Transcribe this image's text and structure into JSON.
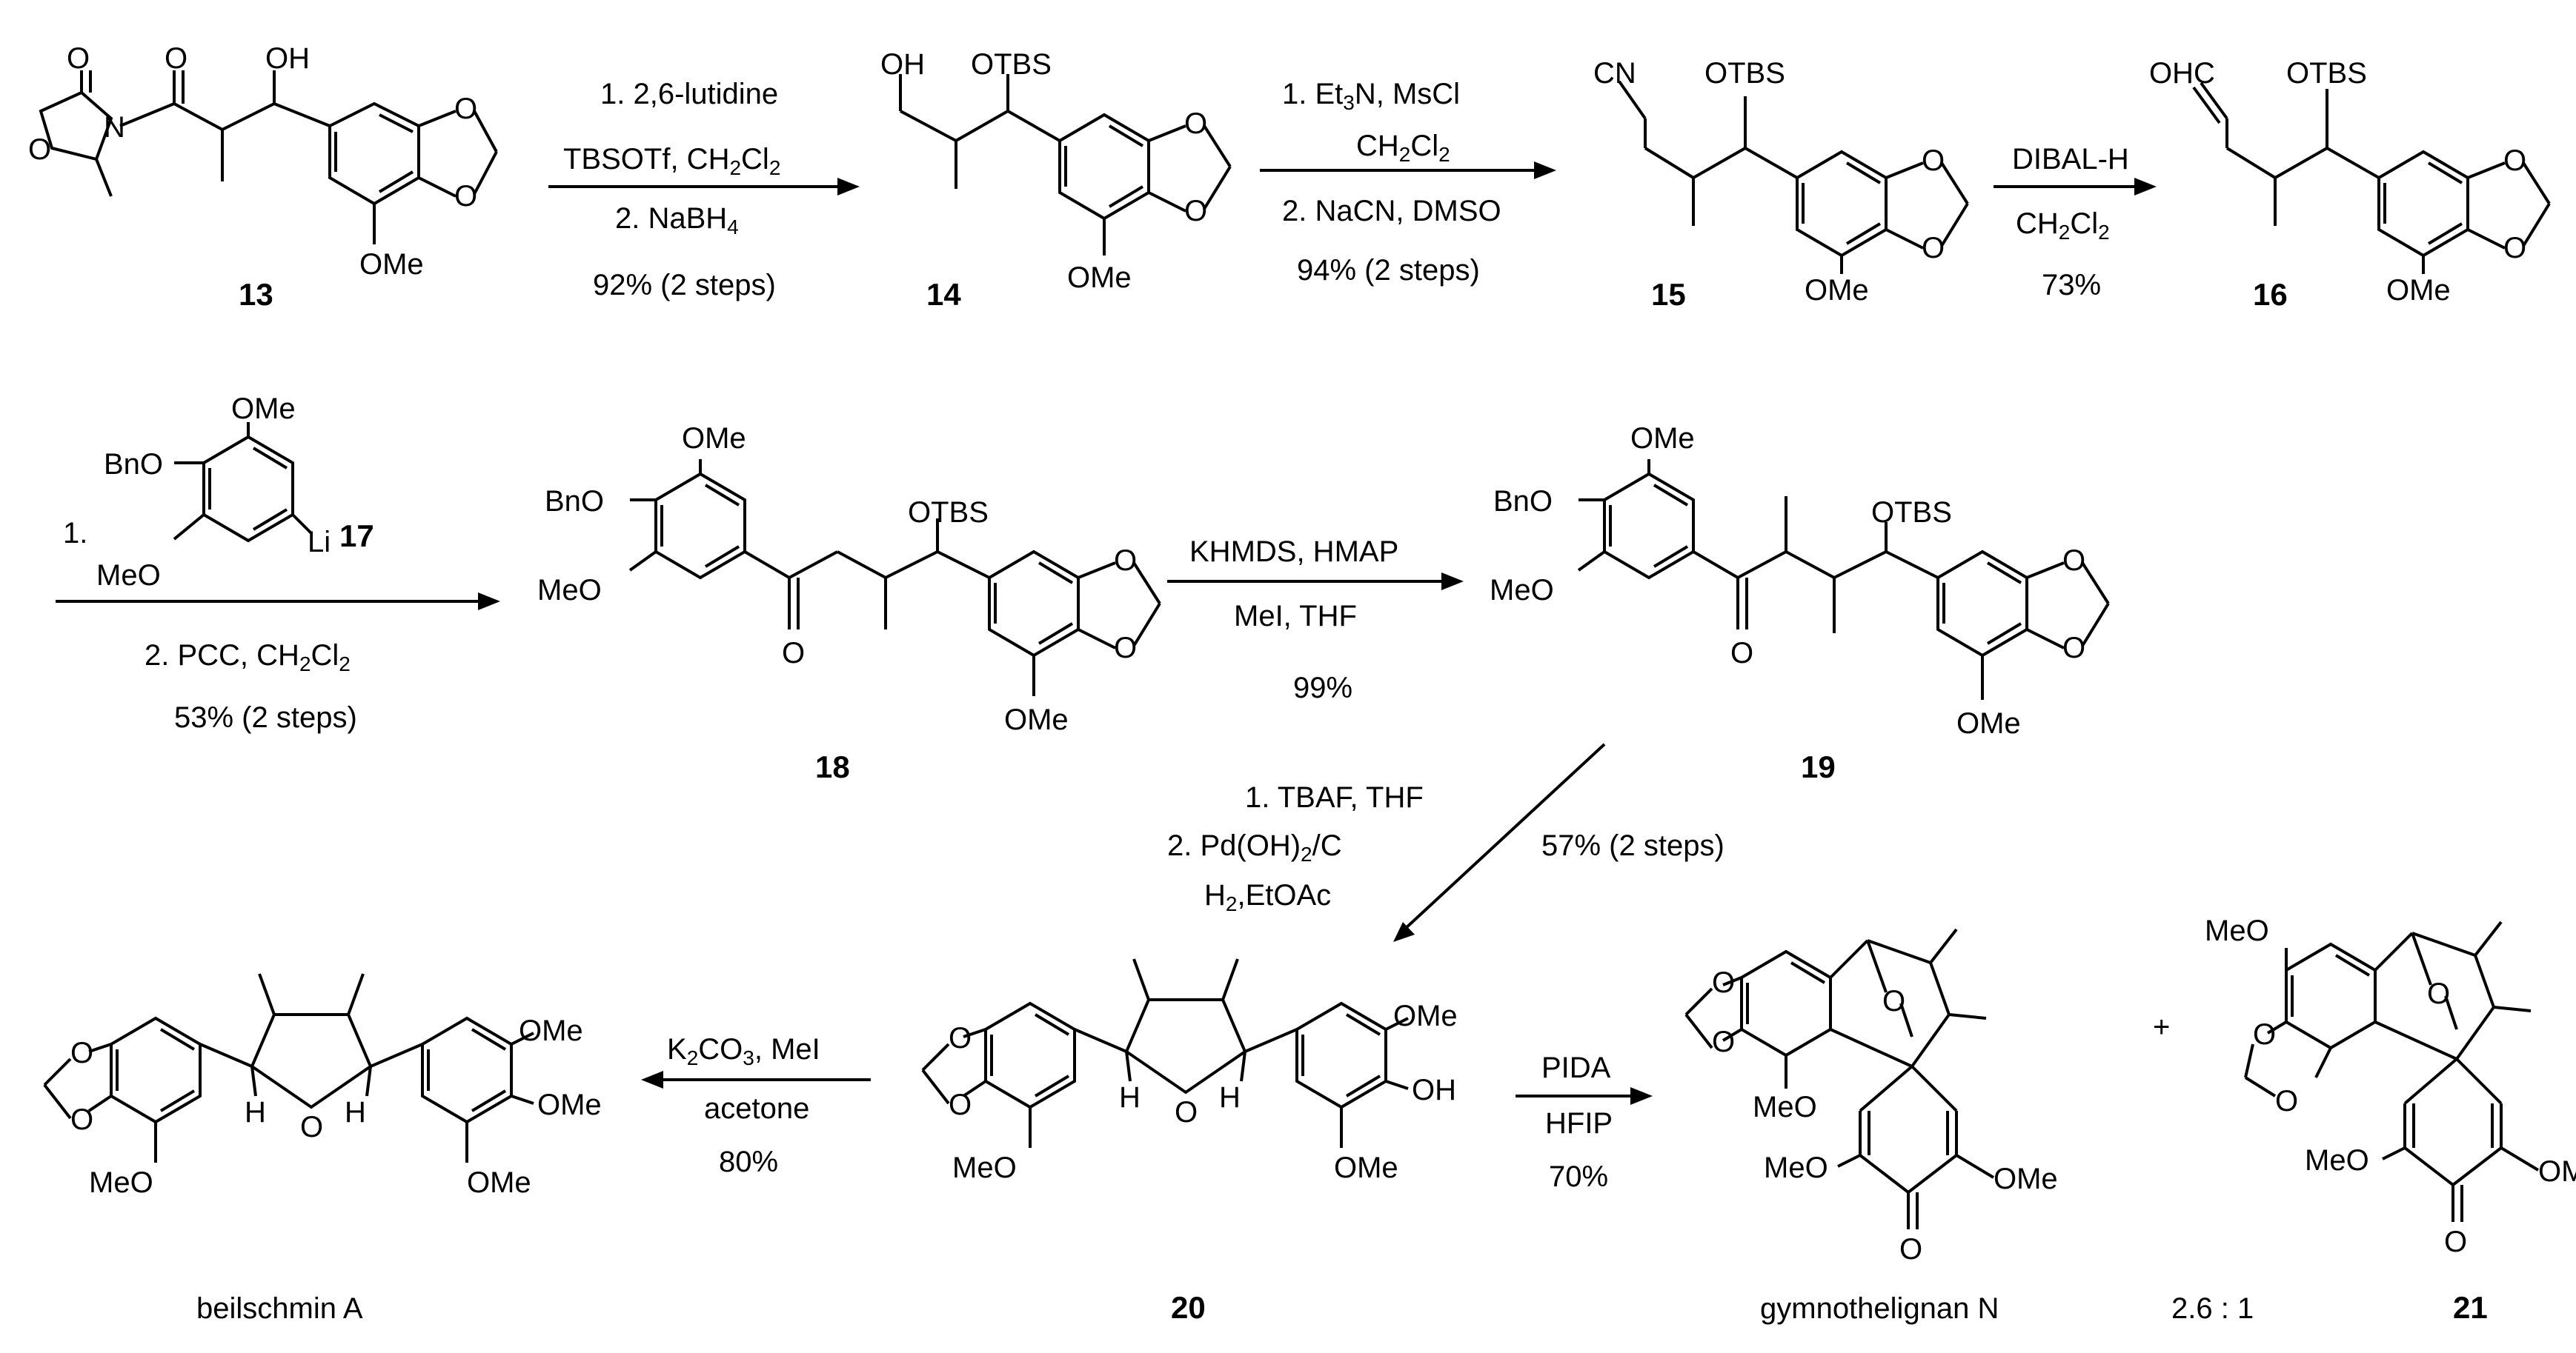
{
  "compounds": {
    "c13": "13",
    "c14": "14",
    "c15": "15",
    "c16": "16",
    "c17": "17",
    "c18": "18",
    "c19": "19",
    "c20": "20",
    "c21": "21",
    "beilschmin": "beilschmin A",
    "gymnothelignan": "gymnothelignan N"
  },
  "labels": {
    "OH": "OH",
    "O": "O",
    "N": "N",
    "OTBS": "OTBS",
    "OMe": "OMe",
    "MeO": "MeO",
    "CN": "CN",
    "OHC": "OHC",
    "BnO": "BnO",
    "Li": "Li",
    "H": "H",
    "plus": "+",
    "ratio": "2.6 : 1"
  },
  "steps": {
    "s1_l1": "1. 2,6-lutidine",
    "s1_l2": "TBSOTf, CH",
    "s1_l3": "2. NaBH",
    "s1_yield": "92% (2 steps)",
    "s2_l1": "1. Et",
    "s2_l1b": "N, MsCl",
    "s2_l2": "CH",
    "s2_l3": "2. NaCN, DMSO",
    "s2_yield": "94% (2 steps)",
    "s3_l1": "DIBAL-H",
    "s3_l2": "CH",
    "s3_yield": "73%",
    "s4_l1": "1.",
    "s4_l2": "2. PCC, CH",
    "s4_yield": "53% (2 steps)",
    "s5_l1": "KHMDS, HMAP",
    "s5_l2": "MeI, THF",
    "s5_yield": "99%",
    "s6_l1": "1. TBAF, THF",
    "s6_l2": "2. Pd(OH)",
    "s6_l2b": "/C",
    "s6_l3": "H",
    "s6_l3b": ",EtOAc",
    "s6_yield": "57% (2 steps)",
    "s7_l1": "K",
    "s7_l1b": "CO",
    "s7_l1c": ", MeI",
    "s7_l2": "acetone",
    "s7_yield": "80%",
    "s8_l1": "PIDA",
    "s8_l2": "HFIP",
    "s8_yield": "70%"
  }
}
